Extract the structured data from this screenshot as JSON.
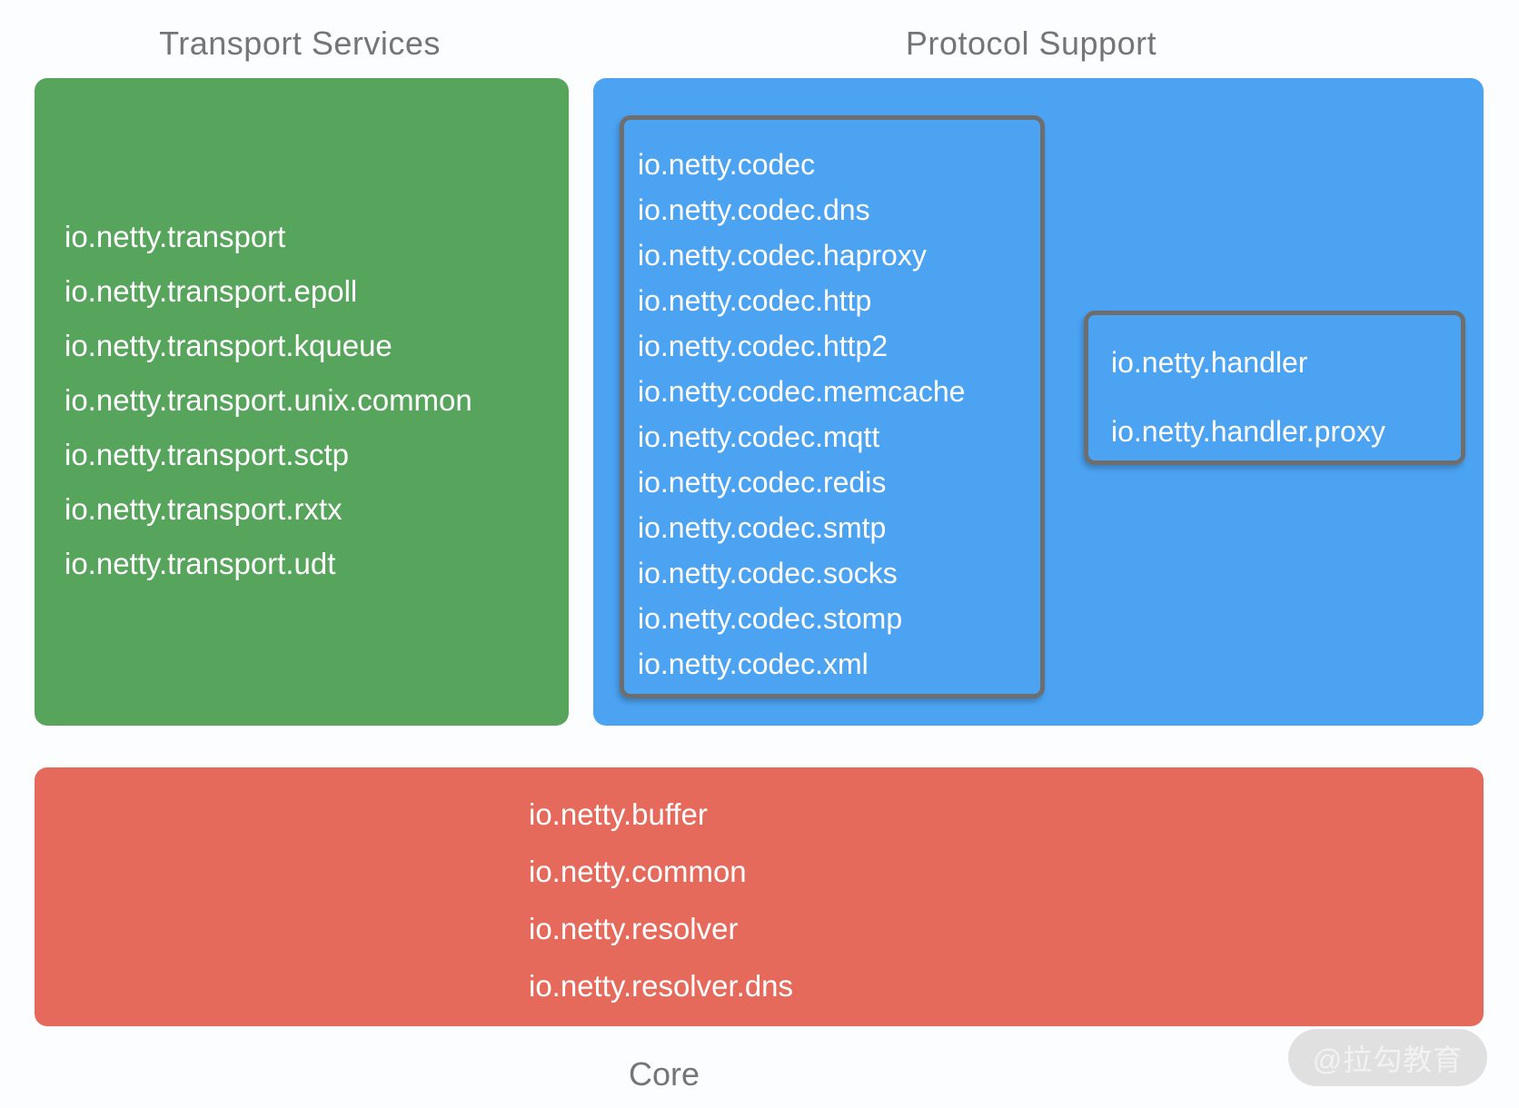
{
  "titles": {
    "transport": "Transport Services",
    "protocol": "Protocol Support",
    "core": "Core"
  },
  "transport_box": {
    "items": [
      "io.netty.transport",
      "io.netty.transport.epoll",
      "io.netty.transport.kqueue",
      "io.netty.transport.unix.common",
      "io.netty.transport.sctp",
      "io.netty.transport.rxtx",
      "io.netty.transport.udt"
    ]
  },
  "protocol_box": {
    "codec_group": {
      "items": [
        "io.netty.codec",
        "io.netty.codec.dns",
        "io.netty.codec.haproxy",
        "io.netty.codec.http",
        "io.netty.codec.http2",
        "io.netty.codec.memcache",
        "io.netty.codec.mqtt",
        "io.netty.codec.redis",
        "io.netty.codec.smtp",
        "io.netty.codec.socks",
        "io.netty.codec.stomp",
        "io.netty.codec.xml"
      ]
    },
    "handler_group": {
      "items": [
        "io.netty.handler",
        "io.netty.handler.proxy"
      ]
    }
  },
  "core_box": {
    "items": [
      "io.netty.buffer",
      "io.netty.common",
      "io.netty.resolver",
      "io.netty.resolver.dns"
    ]
  },
  "watermark": {
    "text": "@拉勾教育"
  },
  "colors": {
    "green": "#57A45C",
    "blue": "#4BA3F2",
    "red": "#E66A5C",
    "title-gray": "#757575",
    "inner-border": "#6E6E6E",
    "text-white": "#FFFFFF",
    "watermark-bg": "#E0E0E0",
    "watermark-text": "#F2F2F2",
    "page-bg": "#FCFDFE"
  }
}
